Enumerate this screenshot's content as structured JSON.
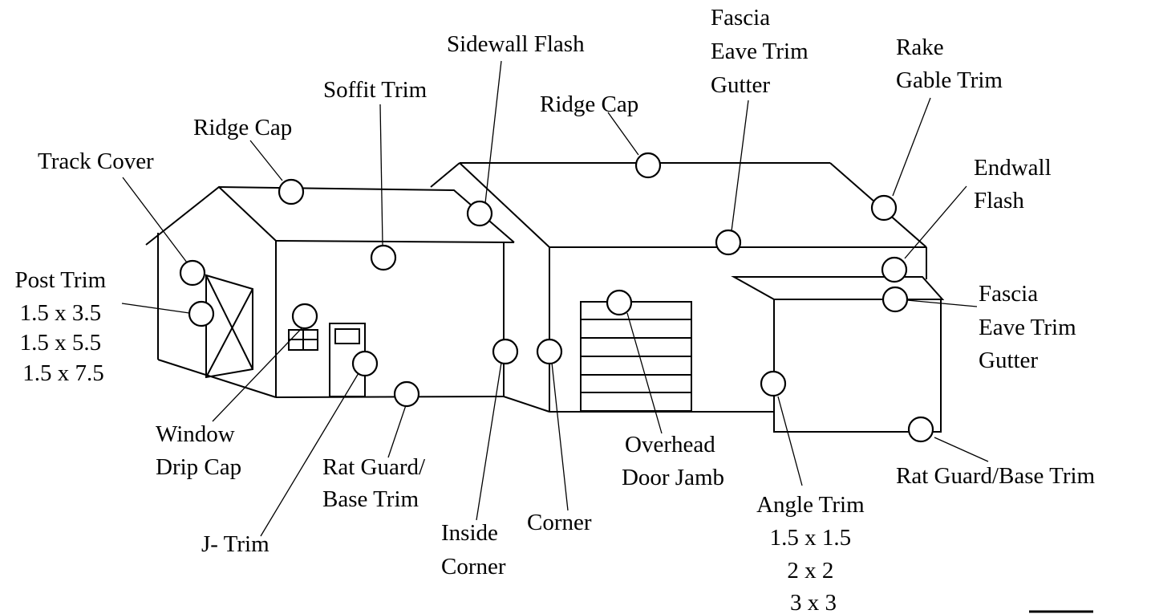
{
  "diagram": {
    "colors": {
      "stroke": "#000000",
      "background": "#ffffff"
    },
    "labels": {
      "track_cover": [
        "Track Cover"
      ],
      "ridge_cap_left": [
        "Ridge Cap"
      ],
      "soffit_trim": [
        "Soffit Trim"
      ],
      "sidewall_flash": [
        "Sidewall Flash"
      ],
      "ridge_cap_main": [
        "Ridge Cap"
      ],
      "fascia_top": [
        "Fascia",
        "Eave Trim",
        "Gutter"
      ],
      "rake": [
        "Rake",
        "Gable Trim"
      ],
      "endwall_flash": [
        "Endwall",
        "Flash"
      ],
      "post_trim": [
        "Post Trim",
        "1.5 x 3.5",
        "1.5 x 5.5",
        "1.5 x 7.5"
      ],
      "fascia_right": [
        "Fascia",
        "Eave Trim",
        "Gutter"
      ],
      "window_drip_cap": [
        "Window",
        "Drip Cap"
      ],
      "rat_guard_left": [
        "Rat Guard/",
        "Base Trim"
      ],
      "j_trim": [
        "J- Trim"
      ],
      "inside_corner": [
        "Inside",
        "Corner"
      ],
      "corner": [
        "Corner"
      ],
      "overhead_door_jamb": [
        "Overhead",
        "Door Jamb"
      ],
      "angle_trim": [
        "Angle Trim",
        "1.5 x 1.5",
        "2 x 2",
        "3 x 3"
      ],
      "rat_guard_right": [
        "Rat Guard/Base Trim"
      ]
    }
  }
}
